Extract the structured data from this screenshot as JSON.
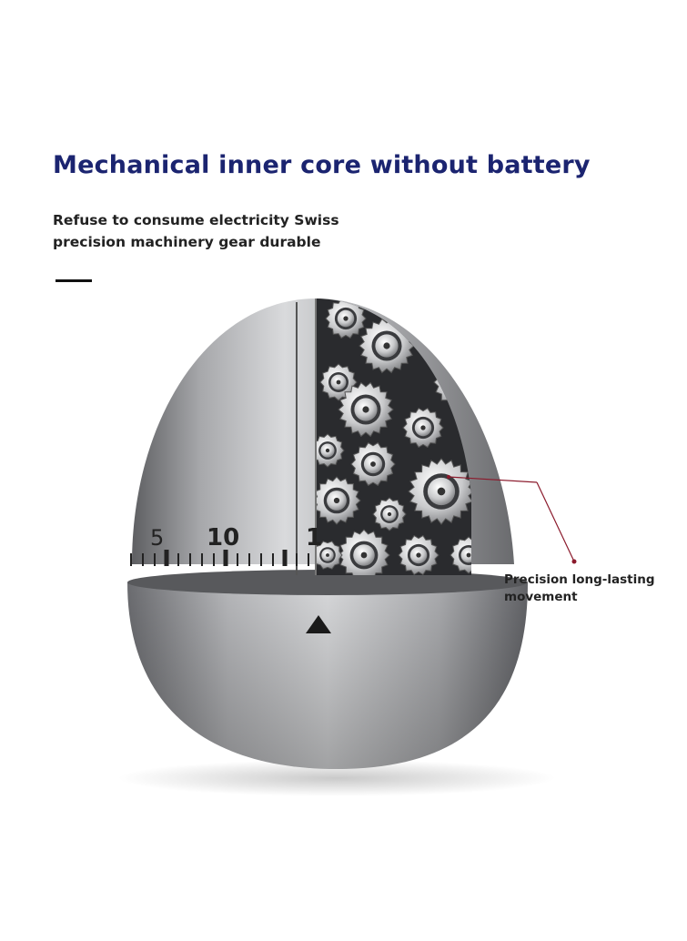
{
  "headline": "Mechanical inner core without battery",
  "subtitle_line1": "Refuse to consume electricity Swiss",
  "subtitle_line2": "precision machinery gear durable",
  "dial": {
    "labels": [
      "5",
      "10",
      "1"
    ]
  },
  "callout": {
    "line1": "Precision long-lasting",
    "line2": "movement",
    "color": "#8b1a2c"
  },
  "colors": {
    "headline": "#1b2470",
    "body": "#222222"
  }
}
